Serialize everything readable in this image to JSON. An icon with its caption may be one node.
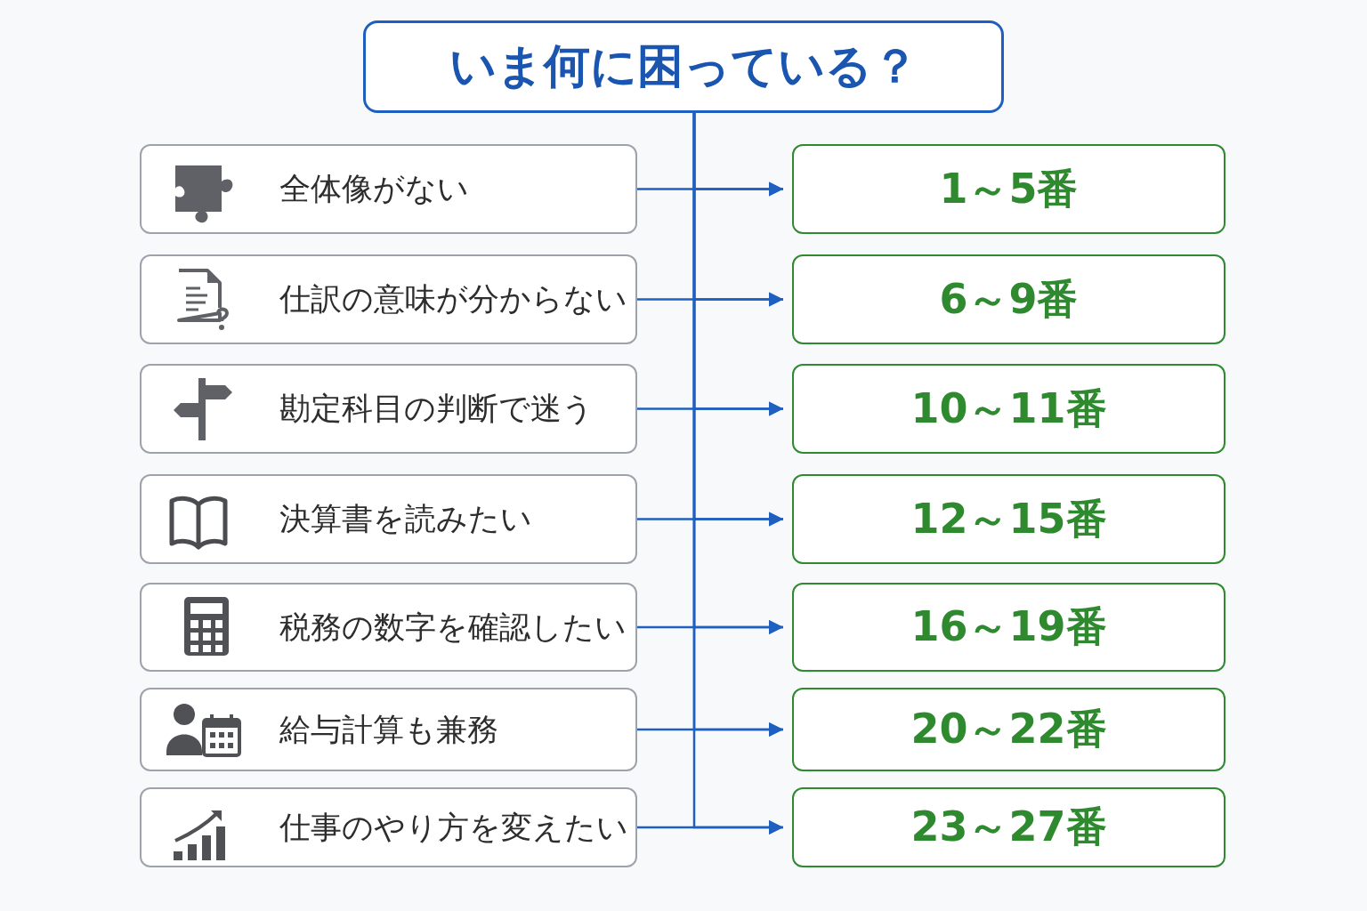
{
  "diagram": {
    "nodes": [
      {
        "text": [
          "いま何に困っている？"
        ]
      },
      {
        "text": [
          "全体像がない"
        ]
      },
      {
        "text": [
          "仕訳の意味が分からない"
        ]
      },
      {
        "text": [
          "勘定科目の判断で迷う"
        ]
      },
      {
        "text": [
          "決算書を読みたい"
        ]
      },
      {
        "text": [
          "税務の数字を確認したい"
        ]
      },
      {
        "text": [
          "給与計算も兼務"
        ]
      },
      {
        "text": [
          "仕事のやり方を変えたい"
        ]
      },
      {
        "text": [
          "1～5番"
        ]
      },
      {
        "text": [
          "6～9番"
        ]
      },
      {
        "text": [
          "10～11番"
        ]
      },
      {
        "text": [
          "12～15番"
        ]
      },
      {
        "text": [
          "16～19番"
        ]
      },
      {
        "text": [
          "20～22番"
        ]
      },
      {
        "text": [
          "23～27番"
        ]
      }
    ],
    "edges": [
      {
        "from": 1,
        "to": 8,
        "arrow": "to"
      },
      {
        "from": 2,
        "to": 9,
        "arrow": "to"
      },
      {
        "from": 3,
        "to": 10,
        "arrow": "to"
      },
      {
        "from": 4,
        "to": 11,
        "arrow": "to"
      },
      {
        "from": 5,
        "to": 12,
        "arrow": "to"
      },
      {
        "from": 6,
        "to": 13,
        "arrow": "to"
      },
      {
        "from": 7,
        "to": 14,
        "arrow": "to"
      },
      {
        "from": 0,
        "to": 8,
        "arrow": "to"
      },
      {
        "from": 0,
        "to": 9,
        "arrow": "to"
      },
      {
        "from": 0,
        "to": 10,
        "arrow": "to"
      },
      {
        "from": 0,
        "to": 11,
        "arrow": "to"
      },
      {
        "from": 0,
        "to": 12,
        "arrow": "to"
      },
      {
        "from": 0,
        "to": 13,
        "arrow": "to"
      },
      {
        "from": 0,
        "to": 14,
        "arrow": "to"
      }
    ]
  }
}
